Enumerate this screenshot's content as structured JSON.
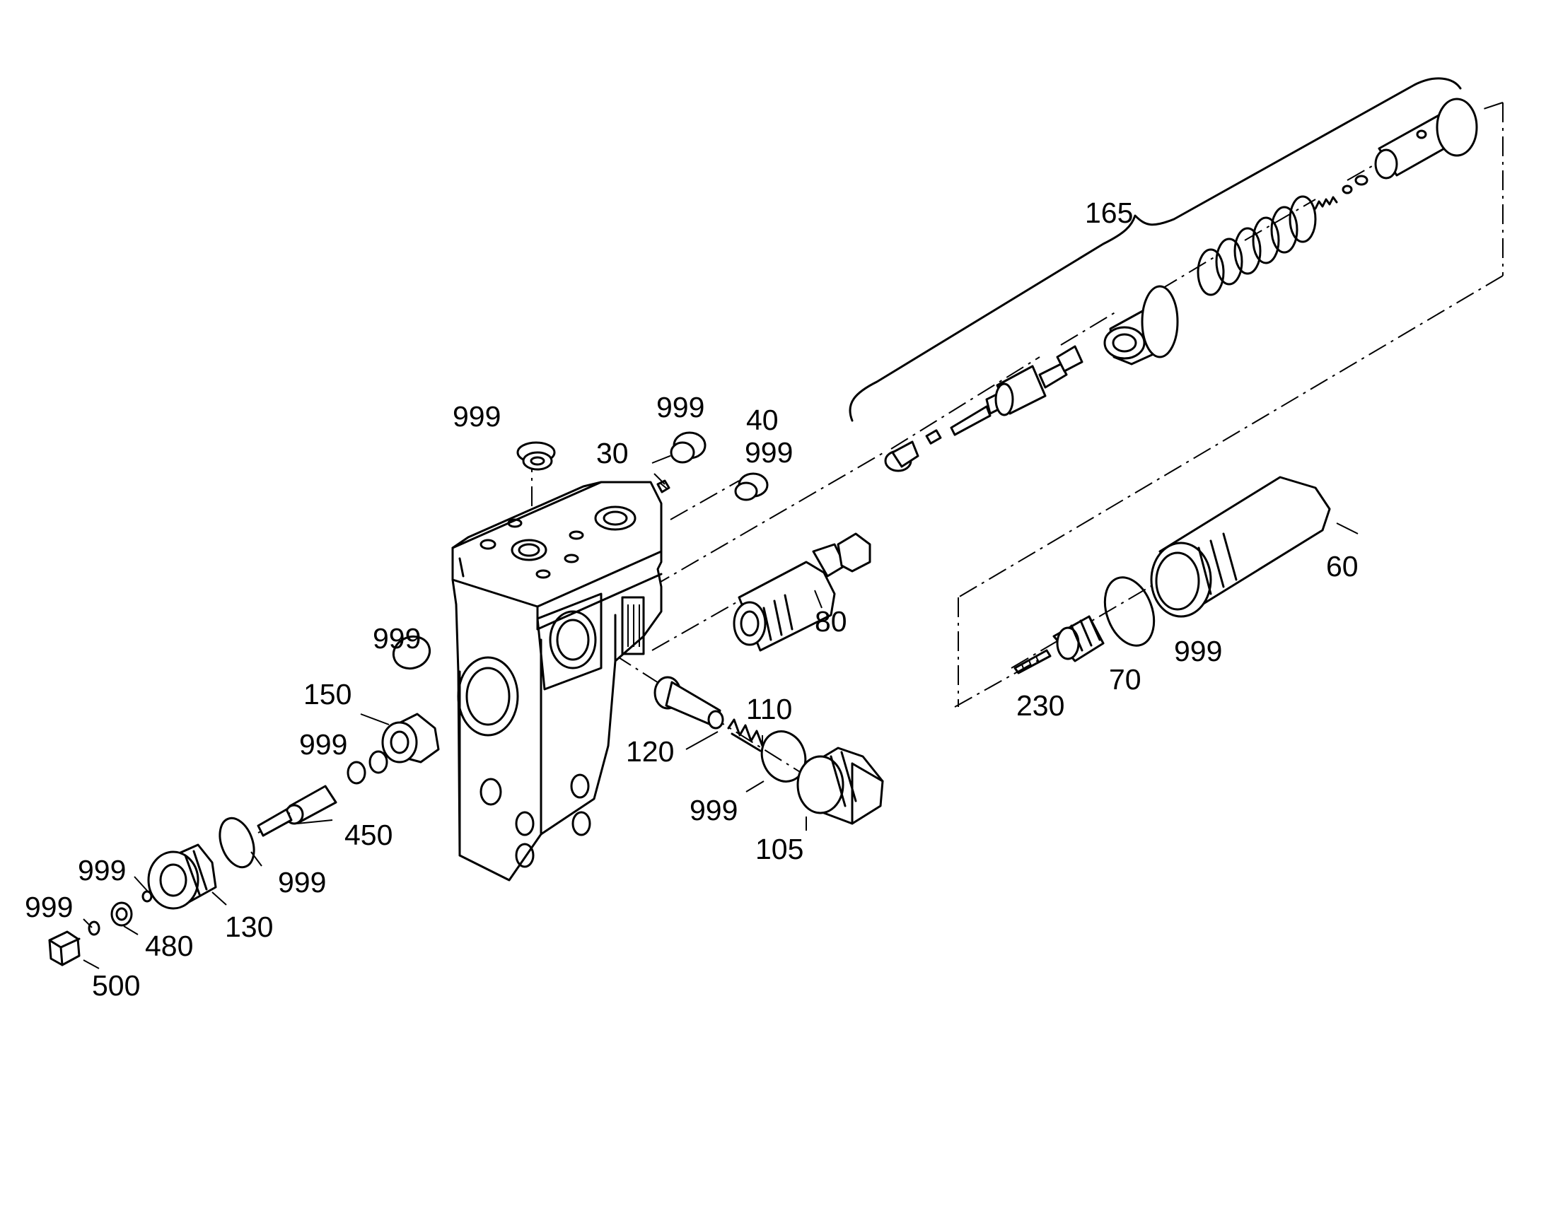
{
  "labels": {
    "l165": "165",
    "l999_top": "999",
    "l999_plug": "999",
    "l30": "30",
    "l40": "40",
    "l999_40": "999",
    "l60": "60",
    "l999_60": "999",
    "l70": "70",
    "l230": "230",
    "l80": "80",
    "l999_150": "999",
    "l150": "150",
    "l999_450": "999",
    "l450": "450",
    "l999_130": "999",
    "l110": "110",
    "l120": "120",
    "l999_105": "999",
    "l105": "105",
    "l130": "130",
    "l999_480a": "999",
    "l999_480b": "999",
    "l480": "480",
    "l500": "500"
  }
}
